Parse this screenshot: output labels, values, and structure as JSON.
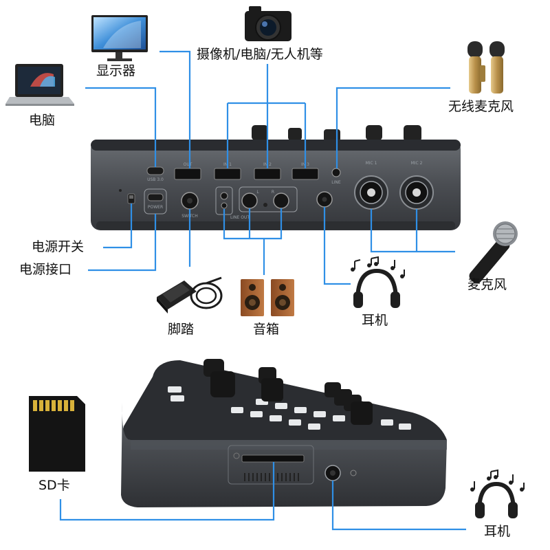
{
  "colors": {
    "connector": "#2f8fe6",
    "panel_dark": "#3b3e42",
    "panel_light": "#5a5e63",
    "label_text": "#111111"
  },
  "labels": {
    "computer": "电脑",
    "monitor": "显示器",
    "camera_group": "摄像机/电脑/无人机等",
    "wireless_mic": "无线麦克风",
    "power_switch": "电源开关",
    "power_port": "电源接口",
    "microphone": "麦克风",
    "pedal": "脚踏",
    "speaker": "音箱",
    "headphone_top": "耳机",
    "sd_card": "SD卡",
    "headphone_bottom": "耳机"
  },
  "ports": {
    "usb": "USB 3.0",
    "power": "POWER",
    "switch": "SWITCH",
    "line_out": "LINE OUT",
    "mic1": "MIC 1",
    "mic2": "MIC 2",
    "out": "OUT",
    "in1": "IN 1",
    "in2": "IN 2",
    "in3": "IN 3",
    "lin": "LINE",
    "l": "L",
    "r": "R"
  },
  "icons": {
    "computer": "laptop-icon",
    "monitor": "monitor-icon",
    "camera": "camera-icon",
    "wireless_mic": "wireless-mic-icon",
    "microphone": "microphone-icon",
    "pedal": "foot-pedal-icon",
    "speaker": "speaker-icon",
    "headphone": "headphone-icon",
    "sd_card": "sd-card-icon"
  }
}
